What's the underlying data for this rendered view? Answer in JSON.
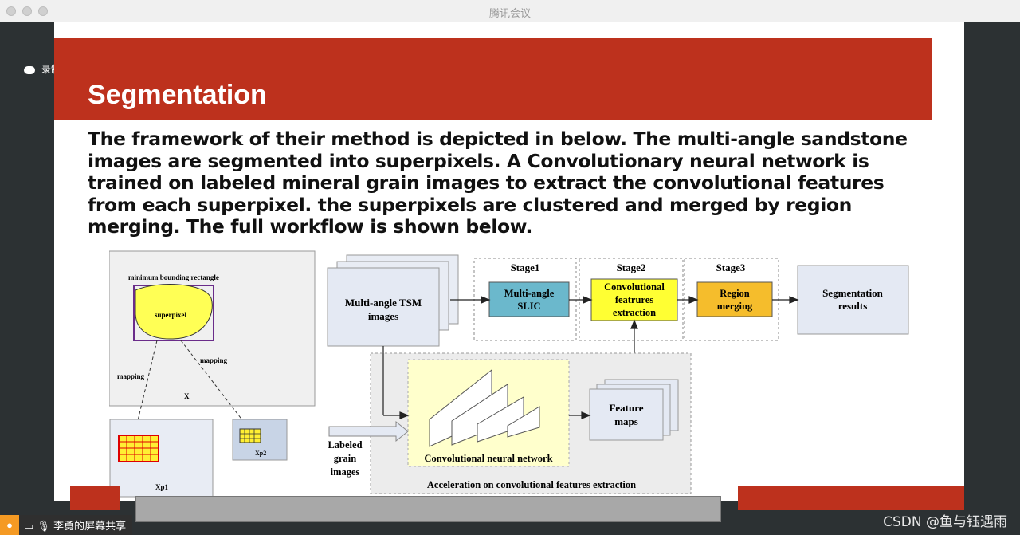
{
  "window": {
    "title": "腾讯会议"
  },
  "recording": {
    "label": "录制中"
  },
  "slide": {
    "title": "Segmentation",
    "body": "The framework of their method is depicted in below. The multi-angle sandstone images are segmented into superpixels. A Convolutionary neural network is trained on labeled mineral grain images to extract the convolutional features from each superpixel. the superpixels are clustered and merged by region merging. The full workflow is shown below."
  },
  "figure": {
    "left": {
      "min_rect": "minimum bounding rectangle",
      "superpixel": "superpixel",
      "mapping_left": "mapping",
      "mapping_right": "mapping",
      "x": "X",
      "xp1": "Xp1",
      "xp2": "Xp2"
    },
    "right": {
      "multi_angle": "Multi-angle TSM images",
      "stage1": "Stage1",
      "stage2": "Stage2",
      "stage3": "Stage3",
      "slic": "Multi-angle SLIC",
      "conv_feat": "Convolutional featrures extraction",
      "region": "Region merging",
      "seg": "Segmentation results",
      "labeled": "Labeled grain images",
      "cnn": "Convolutional neural network",
      "feature_maps": "Feature maps",
      "accel": "Acceleration on convolutional features extraction"
    },
    "colors": {
      "slic": "#6bb8cc",
      "conv": "#ffff33",
      "region": "#f5bd2c",
      "superpixel": "#ffff55",
      "grid": "#ffef33"
    }
  },
  "screen_share": {
    "label": "李勇的屏幕共享"
  },
  "watermark": "CSDN @鱼与钰遇雨"
}
